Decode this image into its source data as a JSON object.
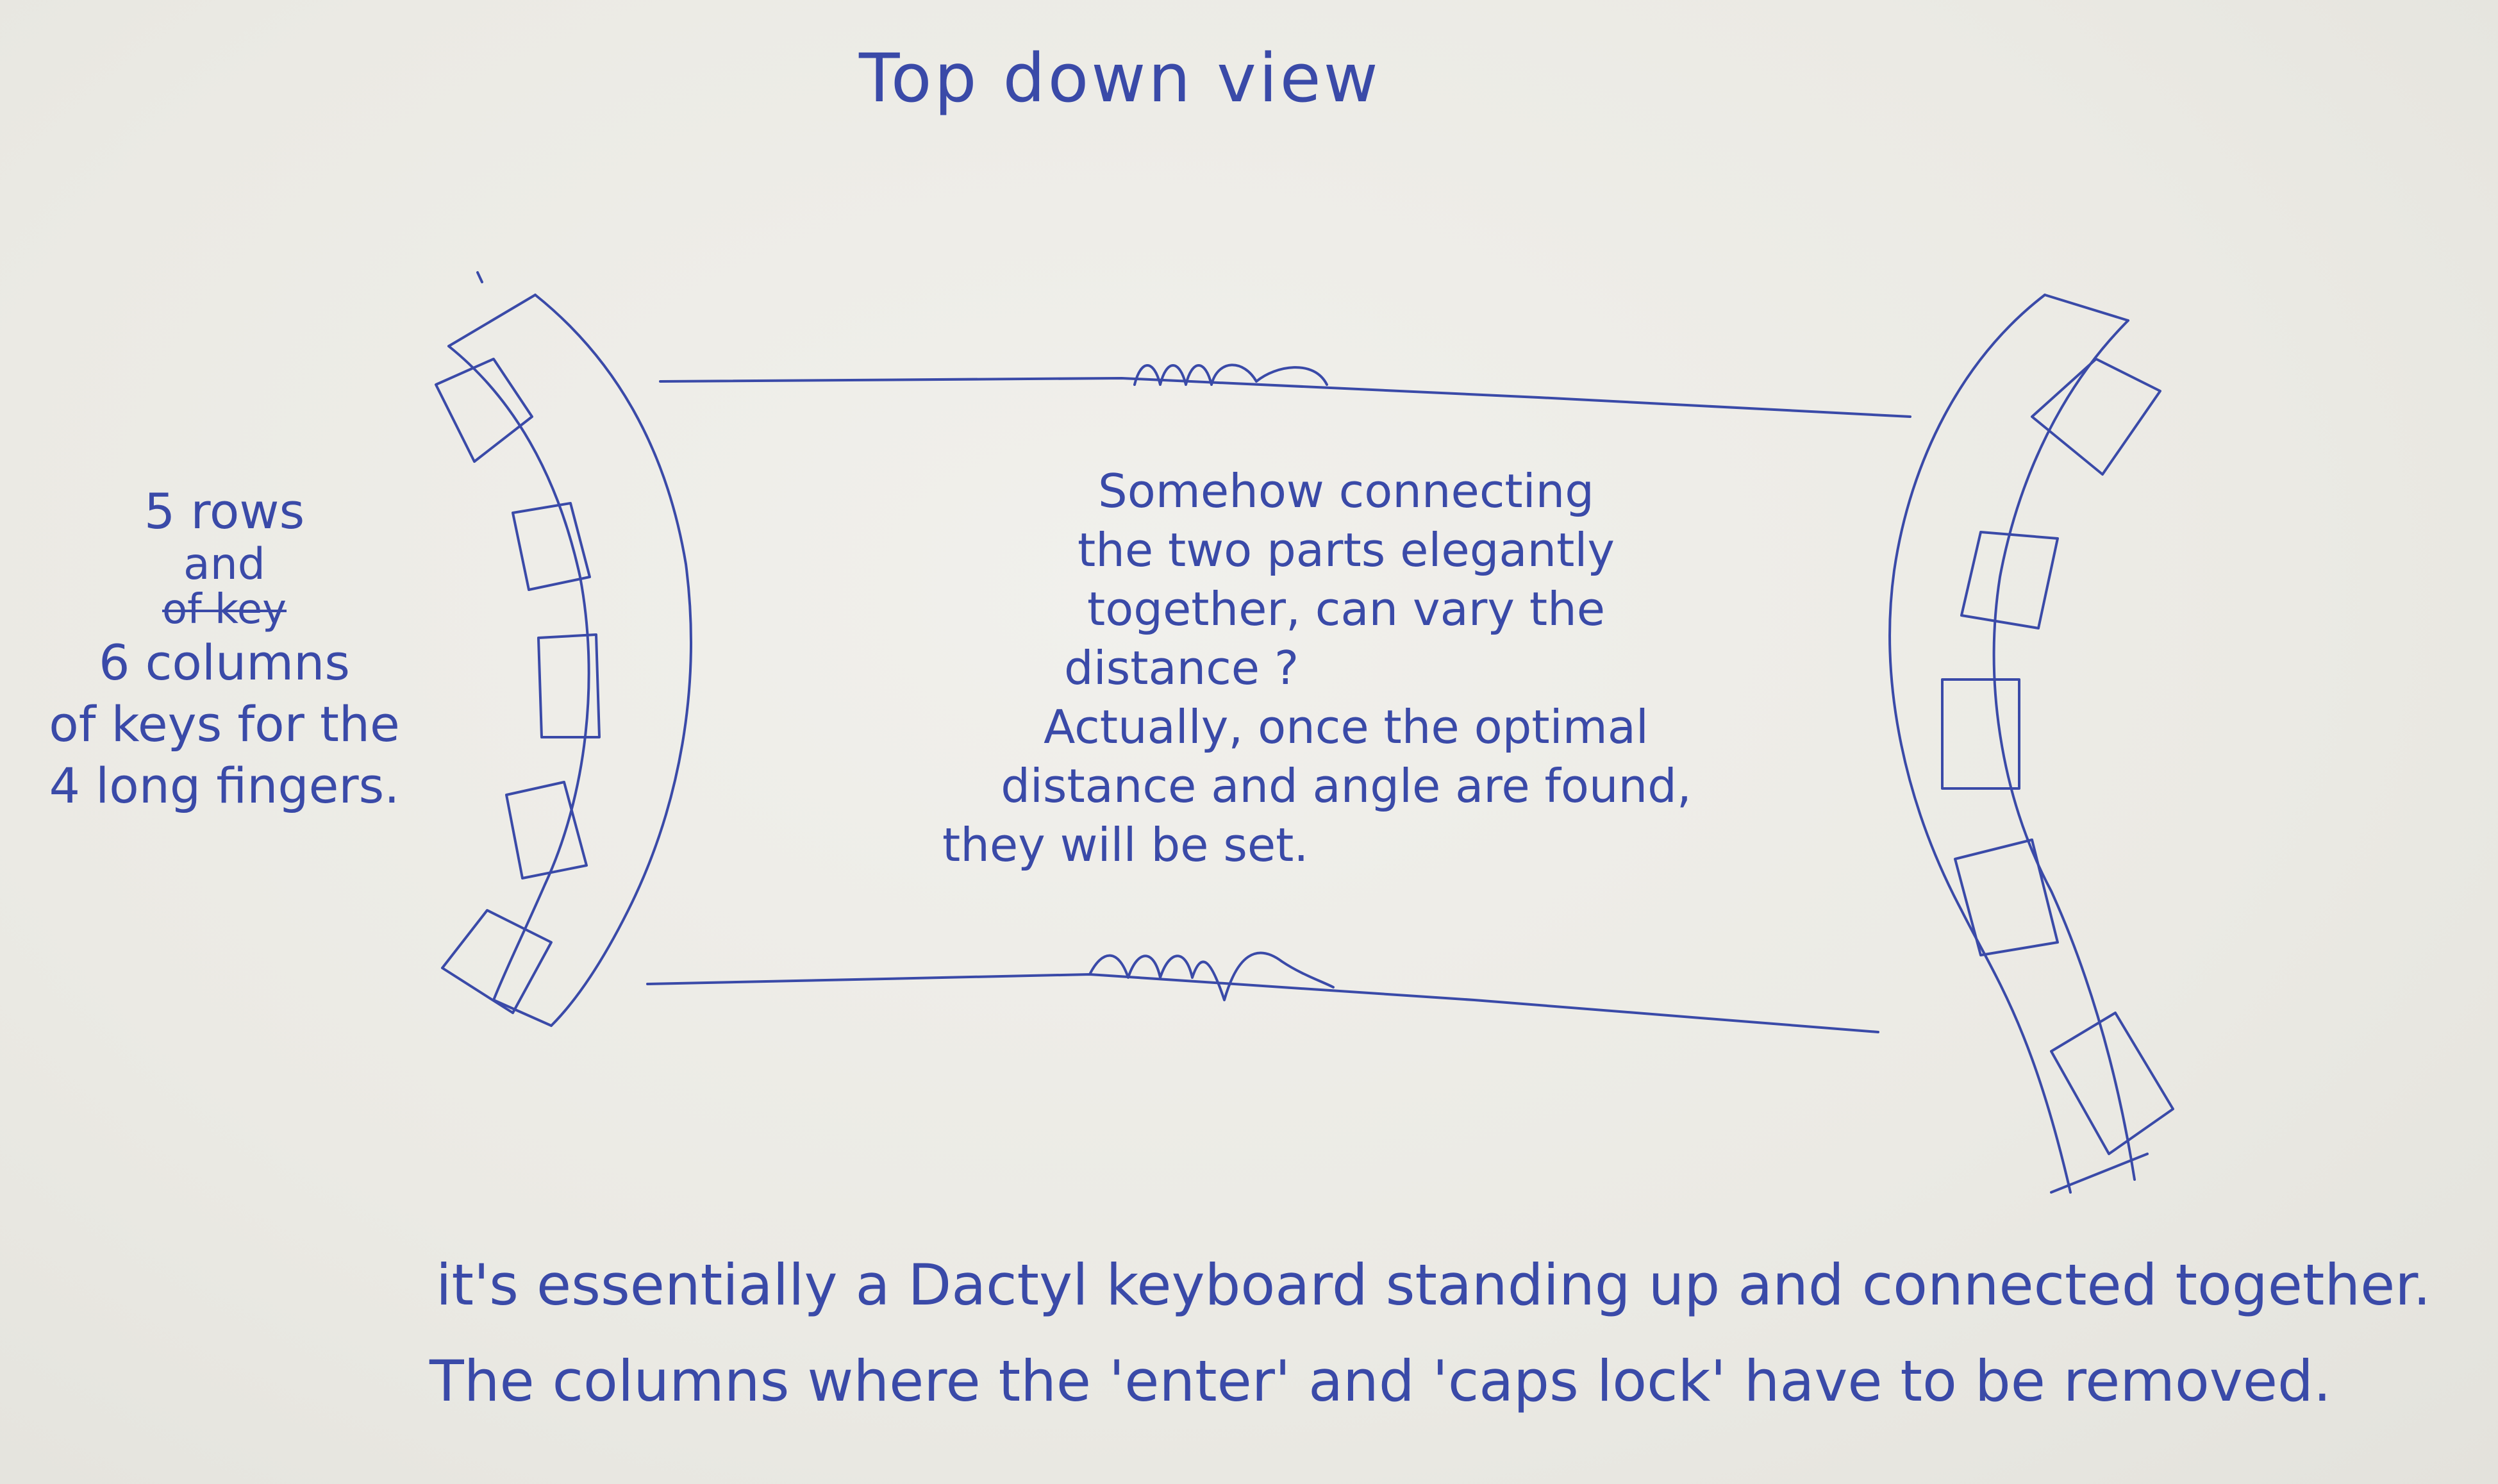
{
  "title": "Top down view",
  "left_note": {
    "line1": "5 rows",
    "line2": "and",
    "line3_struck": "of key",
    "line4": "6 columns",
    "line5": "of keys for the",
    "line6": "4 long fingers."
  },
  "center_note": {
    "line1": "Somehow connecting",
    "line2": "the two parts elegantly",
    "line3": "together, can vary the",
    "line4": "distance ?",
    "line5": "Actually, once the optimal",
    "line6": "distance and angle are found,",
    "line7": "they will be set."
  },
  "bottom_note": {
    "line1": "it's essentially a Dactyl keyboard standing up and connected together.",
    "line2": "The columns where the 'enter' and 'caps lock' have to be removed."
  },
  "ink_color": "#3a4aa8",
  "paper_color": "#ecebe6"
}
